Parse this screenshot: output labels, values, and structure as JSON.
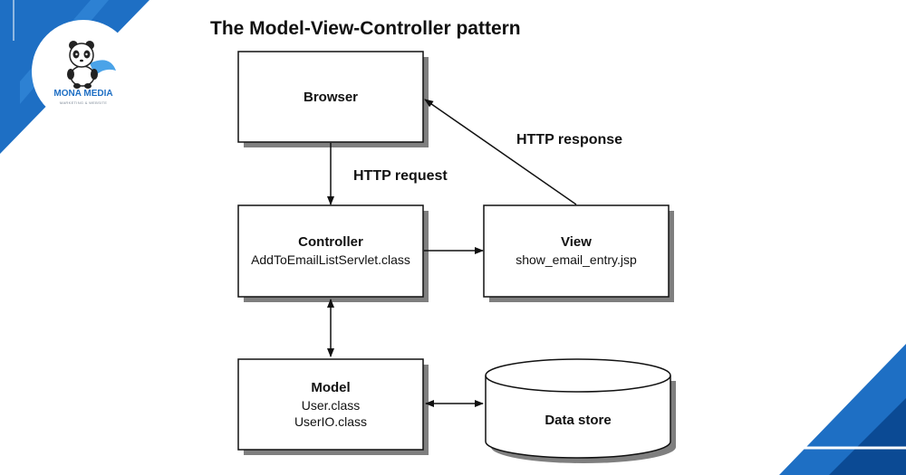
{
  "title": "The Model-View-Controller pattern",
  "logo": {
    "name": "MONA MEDIA",
    "tagline": "MARKETING & WEBSITE",
    "color": "#1e6fc4"
  },
  "nodes": {
    "browser": {
      "label": "Browser"
    },
    "controller": {
      "label": "Controller",
      "detail": "AddToEmailListServlet.class"
    },
    "view": {
      "label": "View",
      "detail": "show_email_entry.jsp"
    },
    "model": {
      "label": "Model",
      "detail1": "User.class",
      "detail2": "UserIO.class"
    },
    "datastore": {
      "label": "Data store"
    }
  },
  "edges": {
    "request": "HTTP request",
    "response": "HTTP response"
  },
  "colors": {
    "accent": "#1e6fc4",
    "accent_dark": "#0b4a94",
    "box_shadow": "#7f7f7f"
  }
}
